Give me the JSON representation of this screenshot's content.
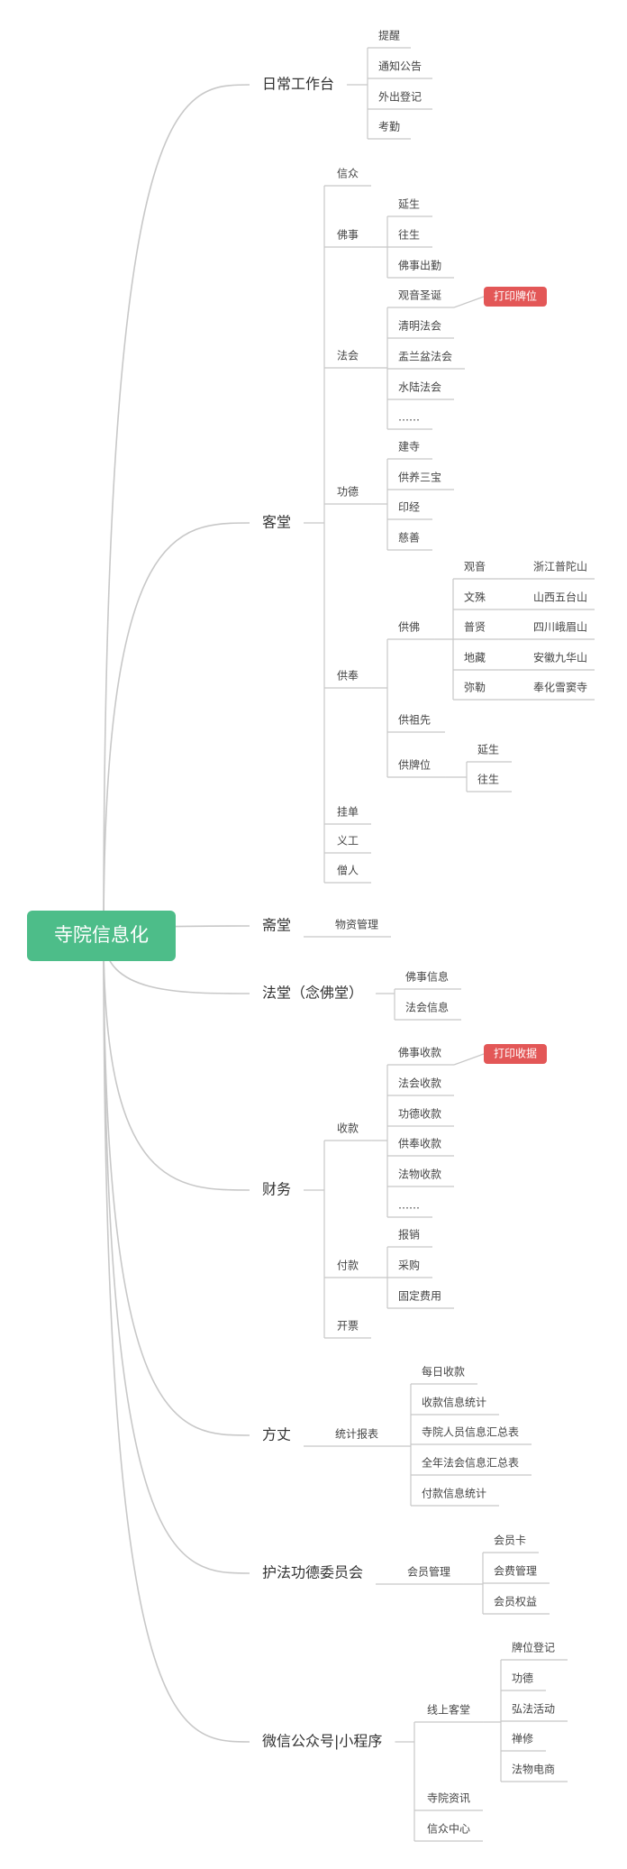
{
  "root": "寺院信息化",
  "colors": {
    "root_bg": "#4dbd89",
    "tag_bg": "#e35757",
    "line": "#c8c8c8"
  },
  "branches": [
    {
      "label": "日常工作台",
      "children": [
        {
          "label": "提醒"
        },
        {
          "label": "通知公告"
        },
        {
          "label": "外出登记"
        },
        {
          "label": "考勤"
        }
      ]
    },
    {
      "label": "客堂",
      "children": [
        {
          "label": "信众"
        },
        {
          "label": "佛事",
          "children": [
            {
              "label": "延生"
            },
            {
              "label": "往生"
            },
            {
              "label": "佛事出勤"
            }
          ]
        },
        {
          "label": "法会",
          "children": [
            {
              "label": "观音圣诞",
              "tag": "打印牌位"
            },
            {
              "label": "清明法会"
            },
            {
              "label": "盂兰盆法会"
            },
            {
              "label": "水陆法会"
            },
            {
              "label": "……"
            }
          ]
        },
        {
          "label": "功德",
          "children": [
            {
              "label": "建寺"
            },
            {
              "label": "供养三宝"
            },
            {
              "label": "印经"
            },
            {
              "label": "慈善"
            }
          ]
        },
        {
          "label": "供奉",
          "children": [
            {
              "label": "供佛",
              "children": [
                {
                  "label": "观音",
                  "children": [
                    {
                      "label": "浙江普陀山"
                    }
                  ]
                },
                {
                  "label": "文殊",
                  "children": [
                    {
                      "label": "山西五台山"
                    }
                  ]
                },
                {
                  "label": "普贤",
                  "children": [
                    {
                      "label": "四川峨眉山"
                    }
                  ]
                },
                {
                  "label": "地藏",
                  "children": [
                    {
                      "label": "安徽九华山"
                    }
                  ]
                },
                {
                  "label": "弥勒",
                  "children": [
                    {
                      "label": "奉化雪窦寺"
                    }
                  ]
                }
              ]
            },
            {
              "label": "供祖先"
            },
            {
              "label": "供牌位",
              "children": [
                {
                  "label": "延生"
                },
                {
                  "label": "往生"
                }
              ]
            }
          ]
        },
        {
          "label": "挂单"
        },
        {
          "label": "义工"
        },
        {
          "label": "僧人"
        }
      ]
    },
    {
      "label": "斋堂",
      "children": [
        {
          "label": "物资管理"
        }
      ]
    },
    {
      "label": "法堂（念佛堂）",
      "children": [
        {
          "label": "佛事信息"
        },
        {
          "label": "法会信息"
        }
      ]
    },
    {
      "label": "财务",
      "children": [
        {
          "label": "收款",
          "children": [
            {
              "label": "佛事收款",
              "tag": "打印收据"
            },
            {
              "label": "法会收款"
            },
            {
              "label": "功德收款"
            },
            {
              "label": "供奉收款"
            },
            {
              "label": "法物收款"
            },
            {
              "label": "……"
            }
          ]
        },
        {
          "label": "付款",
          "children": [
            {
              "label": "报销"
            },
            {
              "label": "采购"
            },
            {
              "label": "固定费用"
            }
          ]
        },
        {
          "label": "开票"
        }
      ]
    },
    {
      "label": "方丈",
      "children": [
        {
          "label": "统计报表",
          "children": [
            {
              "label": "每日收款"
            },
            {
              "label": "收款信息统计"
            },
            {
              "label": "寺院人员信息汇总表"
            },
            {
              "label": "全年法会信息汇总表"
            },
            {
              "label": "付款信息统计"
            }
          ]
        }
      ]
    },
    {
      "label": "护法功德委员会",
      "children": [
        {
          "label": "会员管理",
          "children": [
            {
              "label": "会员卡"
            },
            {
              "label": "会费管理"
            },
            {
              "label": "会员权益"
            }
          ]
        }
      ]
    },
    {
      "label": "微信公众号|小程序",
      "children": [
        {
          "label": "线上客堂",
          "children": [
            {
              "label": "牌位登记"
            },
            {
              "label": "功德"
            },
            {
              "label": "弘法活动"
            },
            {
              "label": "禅修"
            },
            {
              "label": "法物电商"
            }
          ]
        },
        {
          "label": "寺院资讯"
        },
        {
          "label": "信众中心"
        }
      ]
    }
  ]
}
